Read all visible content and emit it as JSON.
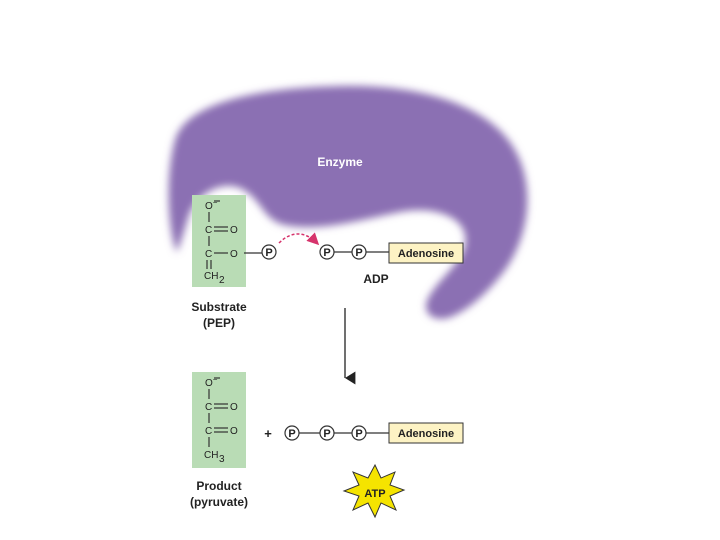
{
  "enzyme": {
    "label": "Enzyme"
  },
  "substrate": {
    "rows": [
      "O",
      "C",
      "O",
      "C",
      "O",
      "CH",
      "2"
    ],
    "caption_line1": "Substrate",
    "caption_line2": "(PEP)"
  },
  "product": {
    "rows": [
      "O",
      "C",
      "O",
      "C",
      "O",
      "CH",
      "3"
    ],
    "caption_line1": "Product",
    "caption_line2": "(pyruvate)"
  },
  "phosphate": {
    "symbol": "P"
  },
  "adp": {
    "nucleoside": "Adenosine",
    "label": "ADP"
  },
  "atp": {
    "nucleoside": "Adenosine",
    "plus": "+",
    "burst_label": "ATP"
  },
  "colors": {
    "enzyme": "#8b6fb3",
    "molecule_box": "#b9dcb5",
    "adenosine_box": "#fdf3c4",
    "transfer_arrow": "#d6336c",
    "burst": "#f5e400"
  }
}
